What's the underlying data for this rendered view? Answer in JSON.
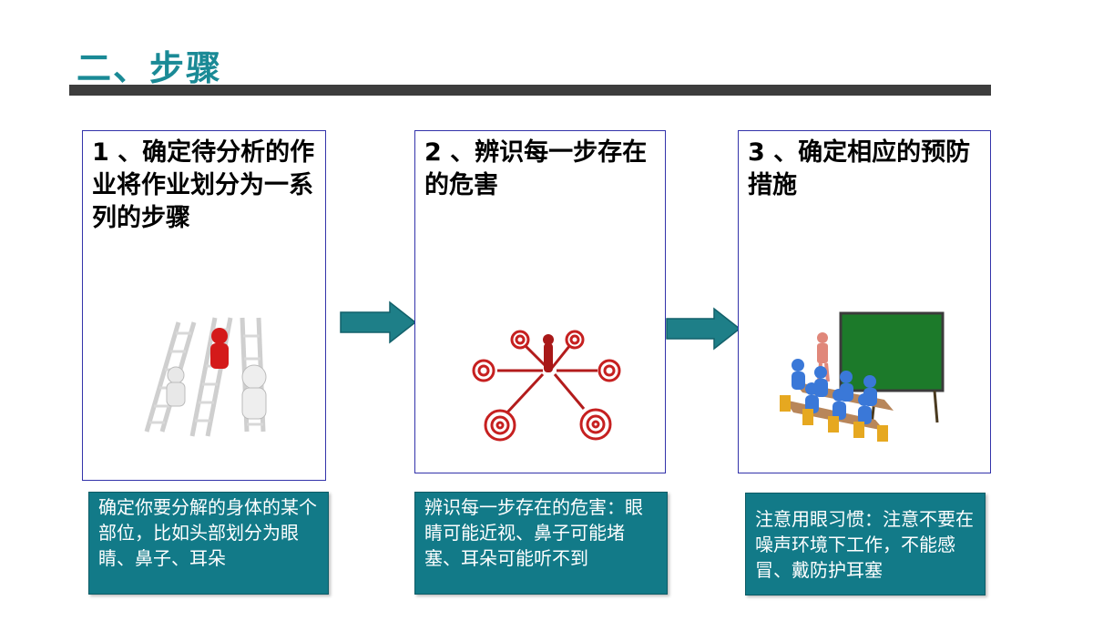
{
  "title": "二、步骤",
  "steps": [
    {
      "heading": "1 、确定待分析的作业将作业划分为一系列的步骤",
      "illustration": "ladder-climbers-icon"
    },
    {
      "heading": "2 、辨识每一步存在的危害",
      "illustration": "targets-icon"
    },
    {
      "heading": "3 、确定相应的预防措施",
      "illustration": "classroom-icon"
    }
  ],
  "notes": [
    "确定你要分解的身体的某个部位，比如头部划分为眼睛、鼻子、耳朵",
    "辨识每一步存在的危害：眼睛可能近视、鼻子可能堵塞、耳朵可能听不到",
    "注意用眼习惯：注意不要在噪声环境下工作，不能感冒、戴防护耳塞"
  ],
  "colors": {
    "title": "#1a8a96",
    "bar": "#3d3d3d",
    "note_bg": "#127a88",
    "arrow": "#1e7f88"
  }
}
